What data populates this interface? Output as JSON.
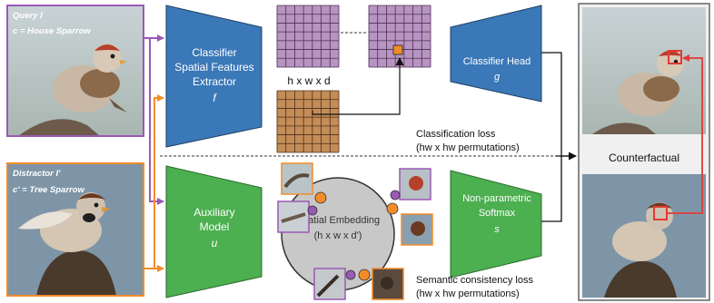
{
  "query": {
    "line1": "Query I",
    "line2": "c = House  Sparrow",
    "border_color": "#9b59b6"
  },
  "distractor": {
    "line1": "Distractor  I'",
    "line2": "c' = Tree Sparrow",
    "border_color": "#f28c28"
  },
  "extractor": {
    "line1": "Classifier",
    "line2": "Spatial Features",
    "line3": "Extractor",
    "symbol": "f",
    "color": "#3a78b8"
  },
  "aux_model": {
    "line1": "Auxiliary",
    "line2": "Model",
    "symbol": "u",
    "color": "#4caf50"
  },
  "classifier_head": {
    "line1": "Classifier Head",
    "symbol": "g",
    "color": "#3a78b8"
  },
  "softmax": {
    "line1": "Non-parametric",
    "line2": "Softmax",
    "symbol": "s",
    "color": "#4caf50"
  },
  "feature_dims": "h x w x d",
  "embedding": {
    "line1": "Spatial Embedding",
    "line2": "(h x w x d')"
  },
  "classification_loss": {
    "line1": "Classification loss",
    "line2": "(hw x hw permutations)"
  },
  "semantic_loss": {
    "line1": "Semantic consistency loss",
    "line2": "(hw x hw permutations)"
  },
  "counterfactual_label": "Counterfactual",
  "colors": {
    "purple": "#9b59b6",
    "orange": "#f28c28",
    "red": "#e53935",
    "grid_purple": "#b48fbf",
    "grid_orange": "#c98a4a"
  }
}
